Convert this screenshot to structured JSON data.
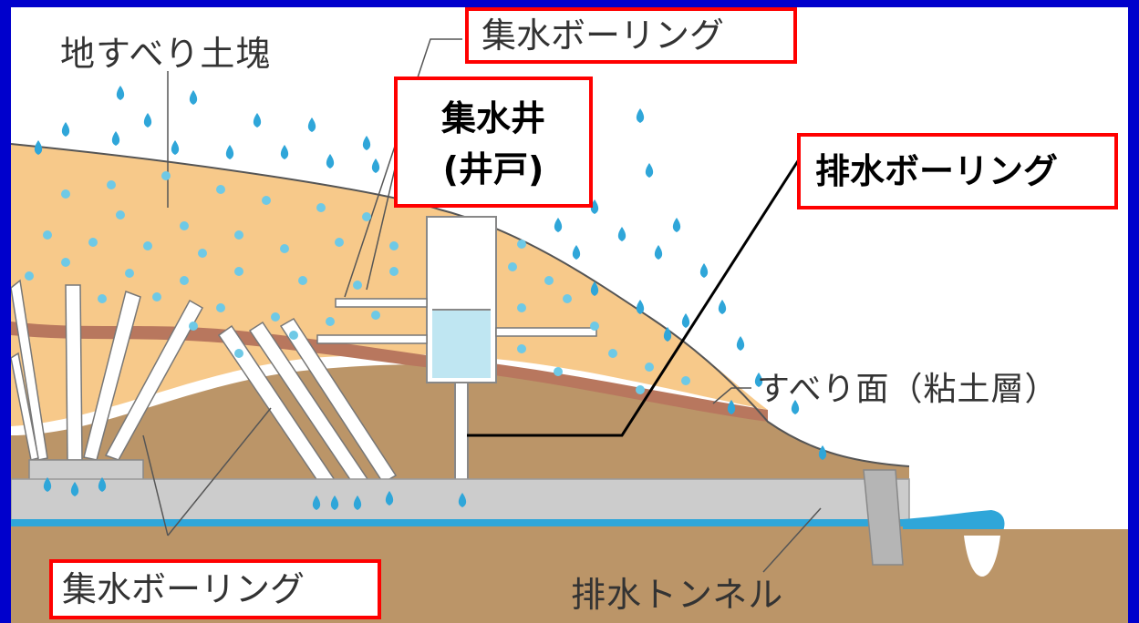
{
  "labels": {
    "landslide_mass": "地すべり土塊",
    "collection_boring_top": "集水ボーリング",
    "collection_well_line1": "集水井",
    "collection_well_line2": "(井戸)",
    "drainage_boring": "排水ボーリング",
    "slip_surface": "すべり面（粘土層）",
    "collection_boring_bottom": "集水ボーリング",
    "drainage_tunnel": "排水トンネル"
  },
  "colors": {
    "frame": "#0000cc",
    "highlight_border": "#ff0000",
    "landslide_soil": "#f7c98a",
    "slip_layer": "#b8775e",
    "ground": "#bb9568",
    "tunnel": "#cccccc",
    "water": "#2fa6d9"
  }
}
